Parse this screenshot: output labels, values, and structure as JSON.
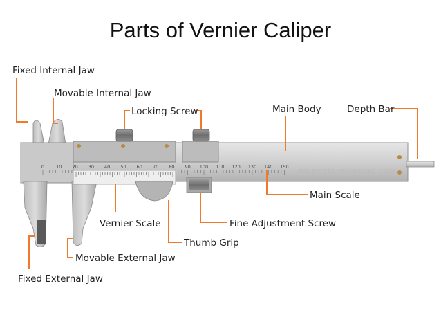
{
  "title": "Parts of Vernier Caliper",
  "labels": {
    "fixed_internal_jaw": "Fixed Internal Jaw",
    "movable_internal_jaw": "Movable Internal Jaw",
    "locking_screw": "Locking Screw",
    "main_body": "Main Body",
    "depth_bar": "Depth Bar",
    "main_scale": "Main Scale",
    "vernier_scale": "Vernier Scale",
    "fine_adjustment_screw": "Fine Adjustment Screw",
    "thumb_grip": "Thumb Grip",
    "movable_external_jaw": "Movable External Jaw",
    "fixed_external_jaw": "Fixed External Jaw"
  },
  "main_scale_numbers": [
    "0",
    "10",
    "20",
    "30",
    "40",
    "50",
    "60",
    "70",
    "80",
    "90",
    "100",
    "110",
    "120",
    "130",
    "140",
    "150"
  ],
  "watermark": "FINEMETALWORKING.COM",
  "colors": {
    "leader": "#f07a2a",
    "steel_light": "#d6d6d6",
    "steel_mid": "#bdbdbd",
    "steel_dark": "#8f8f8f",
    "text": "#222222"
  }
}
